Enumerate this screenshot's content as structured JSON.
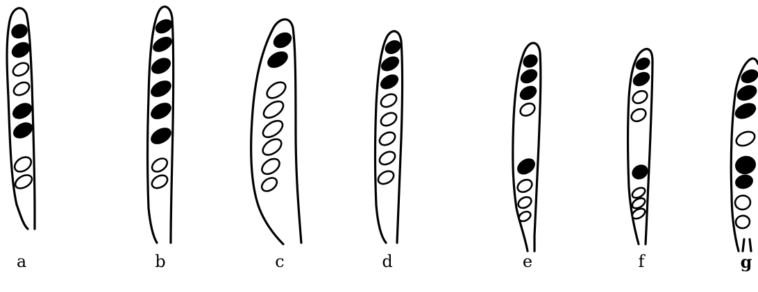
{
  "figure": {
    "asci": [
      {
        "label": "a",
        "spores": [
          "dark",
          "dark",
          "light",
          "light",
          "dark",
          "dark",
          "light",
          "light"
        ]
      },
      {
        "label": "b",
        "spores": [
          "dark",
          "dark",
          "dark",
          "dark",
          "dark",
          "dark",
          "light",
          "light"
        ]
      },
      {
        "label": "c",
        "spores": [
          "dark",
          "dark",
          "light",
          "light",
          "light",
          "light",
          "light",
          "light"
        ]
      },
      {
        "label": "d",
        "spores": [
          "dark",
          "dark",
          "dark",
          "light",
          "light",
          "light",
          "light",
          "light"
        ]
      },
      {
        "label": "e",
        "spores": [
          "dark",
          "dark",
          "dark",
          "light",
          "dark",
          "light",
          "light",
          "light"
        ]
      },
      {
        "label": "f",
        "spores": [
          "dark",
          "dark",
          "light",
          "light",
          "dark",
          "light",
          "light",
          "light"
        ]
      },
      {
        "label": "g",
        "spores": [
          "dark",
          "dark",
          "dark",
          "light",
          "dark",
          "dark",
          "light",
          "light"
        ]
      }
    ],
    "colors": {
      "ink": "#000000",
      "background": "#ffffff"
    }
  }
}
